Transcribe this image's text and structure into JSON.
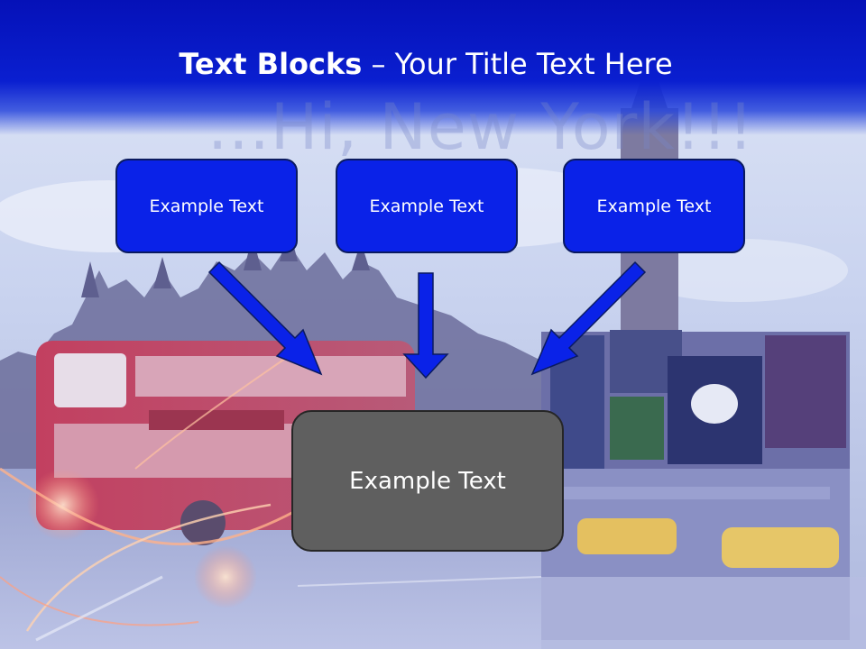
{
  "slide": {
    "title_bold": "Text Blocks",
    "title_dash": "–",
    "title_rest": "Your Title Text Here",
    "watermark": "...Hi, New York!!!"
  },
  "blocks": [
    {
      "label": "Example Text"
    },
    {
      "label": "Example Text"
    },
    {
      "label": "Example Text"
    }
  ],
  "target": {
    "label": "Example Text"
  },
  "colors": {
    "header_blue": "#0a1fd0",
    "box_blue": "#0a22e8",
    "box_gray": "#5f5f5f",
    "arrow_blue": "#0a22e8"
  },
  "icons": {
    "arrows": [
      "arrow-down-right-icon",
      "arrow-down-icon",
      "arrow-down-left-icon"
    ]
  }
}
